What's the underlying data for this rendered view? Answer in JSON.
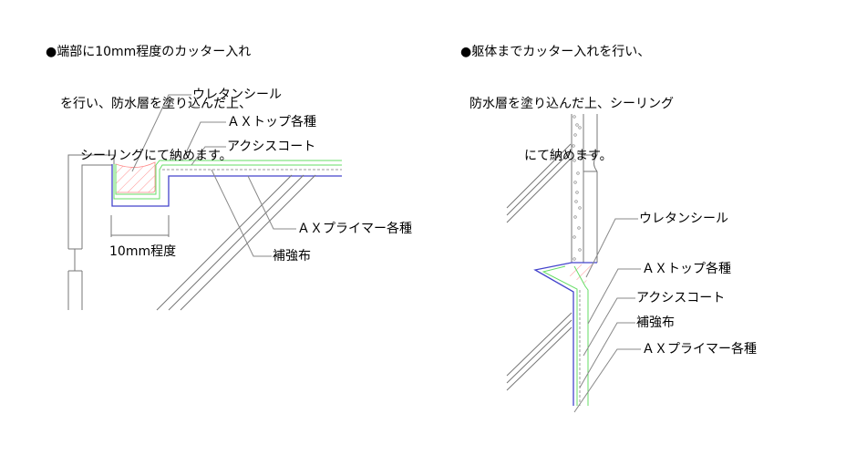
{
  "left_detail": {
    "note_lines": [
      "●端部に10mm程度のカッター入れ",
      "を行い、防水層を塗り込んだ上、",
      "シーリングにて納めます。"
    ],
    "labels": {
      "sealant": "ウレタンシール",
      "top_coat": "ＡＸトップ各種",
      "axis_coat": "アクシスコート",
      "primer": "ＡＸプライマー各種",
      "reinforcement": "補強布",
      "dimension": "10mm程度"
    }
  },
  "right_detail": {
    "note_lines": [
      "●躯体までカッター入れを行い、",
      "防水層を塗り込んだ上、シーリング",
      "にて納めます。"
    ],
    "labels": {
      "sealant": "ウレタンシール",
      "top_coat": "ＡＸトップ各種",
      "axis_coat": "アクシスコート",
      "reinforcement": "補強布",
      "primer": "ＡＸプライマー各種"
    }
  },
  "colors": {
    "sealant": "#ff6666",
    "top_coat": "#66dd66",
    "primer": "#4444cc",
    "line": "#777777"
  }
}
